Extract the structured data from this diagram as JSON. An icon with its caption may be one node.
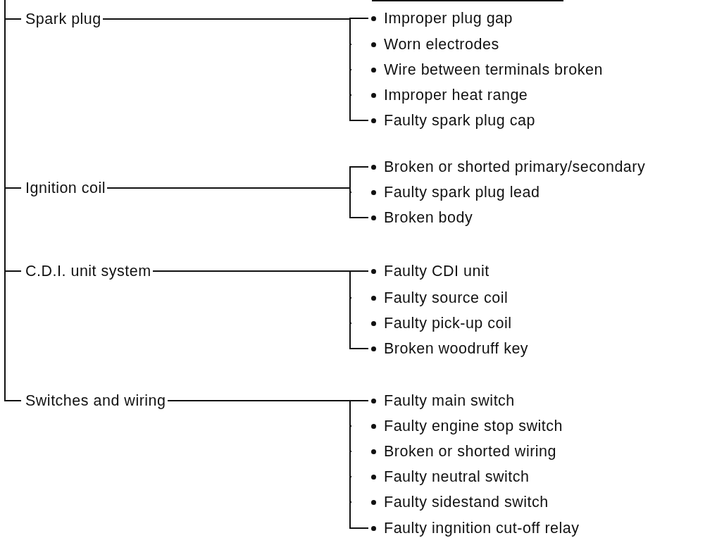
{
  "diagram": {
    "nodes": [
      {
        "text": [
          "Spark plug"
        ]
      },
      {
        "text": [
          "Improper plug gap"
        ]
      },
      {
        "text": [
          "Worn electrodes"
        ]
      },
      {
        "text": [
          "Wire between terminals broken"
        ]
      },
      {
        "text": [
          "Improper heat range"
        ]
      },
      {
        "text": [
          "Faulty spark plug cap"
        ]
      },
      {
        "text": [
          "Ignition coil"
        ]
      },
      {
        "text": [
          "Broken or shorted primary/secondary"
        ]
      },
      {
        "text": [
          "Faulty spark plug lead"
        ]
      },
      {
        "text": [
          "Broken body"
        ]
      },
      {
        "text": [
          "C.D.I. unit system"
        ]
      },
      {
        "text": [
          "Faulty CDI unit"
        ]
      },
      {
        "text": [
          "Faulty source coil"
        ]
      },
      {
        "text": [
          "Faulty pick-up coil"
        ]
      },
      {
        "text": [
          "Broken woodruff key"
        ]
      },
      {
        "text": [
          "Switches and wiring"
        ]
      },
      {
        "text": [
          "Faulty main switch"
        ]
      },
      {
        "text": [
          "Faulty engine stop switch"
        ]
      },
      {
        "text": [
          "Broken or shorted wiring"
        ]
      },
      {
        "text": [
          "Faulty neutral switch"
        ]
      },
      {
        "text": [
          "Faulty sidestand switch"
        ]
      },
      {
        "text": [
          "Faulty ingnition cut-off relay"
        ]
      }
    ],
    "edges": [
      {
        "from": null,
        "to": 0,
        "arrow": "none"
      },
      {
        "from": null,
        "to": 6,
        "arrow": "none"
      },
      {
        "from": null,
        "to": 10,
        "arrow": "none"
      },
      {
        "from": null,
        "to": 15,
        "arrow": "none"
      },
      {
        "from": 0,
        "to": 1,
        "arrow": "none"
      },
      {
        "from": 0,
        "to": 2,
        "arrow": "none"
      },
      {
        "from": 0,
        "to": 3,
        "arrow": "none"
      },
      {
        "from": 0,
        "to": 4,
        "arrow": "none"
      },
      {
        "from": 0,
        "to": 5,
        "arrow": "none"
      },
      {
        "from": 6,
        "to": 7,
        "arrow": "none"
      },
      {
        "from": 6,
        "to": 8,
        "arrow": "none"
      },
      {
        "from": 6,
        "to": 9,
        "arrow": "none"
      },
      {
        "from": 10,
        "to": 11,
        "arrow": "none"
      },
      {
        "from": 10,
        "to": 12,
        "arrow": "none"
      },
      {
        "from": 10,
        "to": 13,
        "arrow": "none"
      },
      {
        "from": 10,
        "to": 14,
        "arrow": "none"
      },
      {
        "from": 15,
        "to": 16,
        "arrow": "none"
      },
      {
        "from": 15,
        "to": 17,
        "arrow": "none"
      },
      {
        "from": 15,
        "to": 18,
        "arrow": "none"
      },
      {
        "from": 15,
        "to": 19,
        "arrow": "none"
      },
      {
        "from": 15,
        "to": 20,
        "arrow": "none"
      },
      {
        "from": 15,
        "to": 21,
        "arrow": "none"
      }
    ]
  }
}
